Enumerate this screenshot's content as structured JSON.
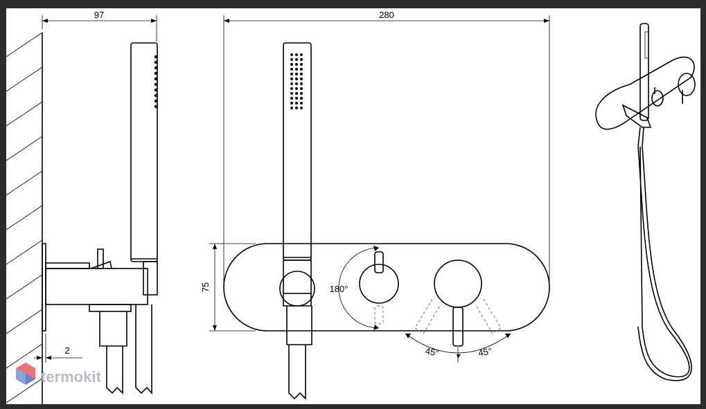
{
  "dimensions": {
    "side_depth": "97",
    "total_width": "280",
    "plate_height": "75",
    "gap": "2",
    "diverter_rotation": "180°",
    "lever_left_angle": "45°",
    "lever_right_angle": "45°"
  },
  "watermark": {
    "text": "termokit",
    "colors": {
      "logo_red": "#e35d5d",
      "logo_blue": "#5b7fd6",
      "text": "#b9bcc6"
    }
  },
  "colors": {
    "frame": "#2b2b2b",
    "paper": "#ffffff",
    "line": "#000000",
    "dashed": "#888888"
  }
}
